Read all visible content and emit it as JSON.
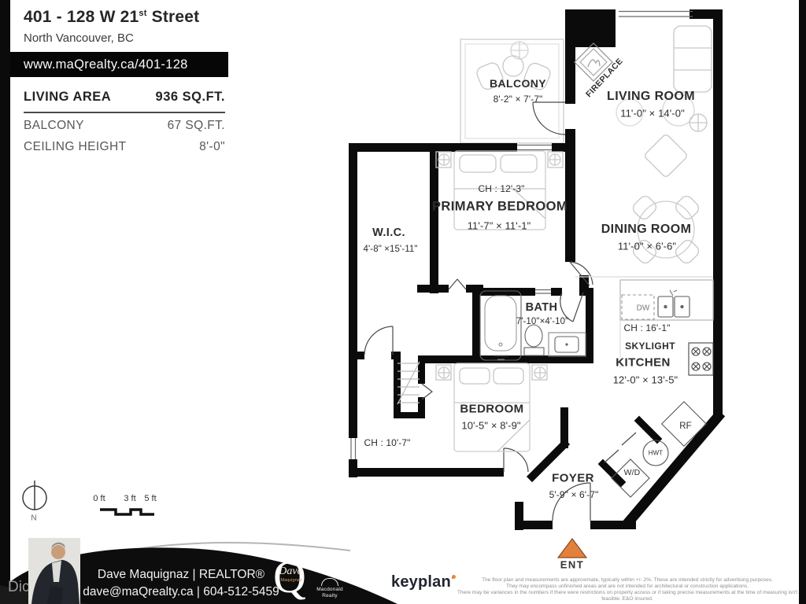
{
  "header": {
    "title_main": "401 - 128 W 21",
    "title_sup": "st",
    "title_tail": " Street",
    "subtitle": "North Vancouver, BC",
    "website": "www.maQrealty.ca/401-128"
  },
  "stats": {
    "living_area_label": "LIVING AREA",
    "living_area_value": "936 SQ.FT.",
    "balcony_label": "BALCONY",
    "balcony_value": "67 SQ.FT.",
    "ceiling_label": "CEILING HEIGHT",
    "ceiling_value": "8'-0\""
  },
  "plan": {
    "balcony": {
      "name": "BALCONY",
      "dims": "8'-2\"  ×  7'-7\""
    },
    "living": {
      "name": "LIVING ROOM",
      "dims": "11'-0\"  ×  14'-0\""
    },
    "fireplace": "FIREPLACE",
    "primary": {
      "ch": "CH : 12'-3\"",
      "name": "PRIMARY BEDROOM",
      "dims": "11'-7\"  ×  11'-1\""
    },
    "wic": {
      "name": "W.I.C.",
      "dims": "4'-8\" ×15'-11\""
    },
    "dining": {
      "name": "DINING ROOM",
      "dims": "11'-0\"  ×  6'-6\""
    },
    "bath": {
      "name": "BATH",
      "dims": "7'-10\"×4'-10\""
    },
    "kitchen": {
      "dw": "DW",
      "ch": "CH : 16'-1\"",
      "skylight": "SKYLIGHT",
      "name": "KITCHEN",
      "dims": "12'-0\"  ×  13'-5\""
    },
    "bedroom": {
      "name": "BEDROOM",
      "dims": "10'-5\"  ×  8'-9\"",
      "ch": "CH : 10'-7\""
    },
    "foyer": {
      "name": "FOYER",
      "dims": "5'-9\" × 6'-7\""
    },
    "wd": "W/D",
    "hwt": "HWT",
    "rf": "RF",
    "ent": "ENT"
  },
  "scalebar": {
    "t0": "0 ft",
    "t3": "3 ft",
    "t5": "5 ft",
    "north": "N"
  },
  "footer": {
    "agent_line": "Dave Maquignaz | REALTOR®",
    "contact_line": "dave@maQrealty.ca | 604-512-5459",
    "watermark": "Dic",
    "q_script": "Dave",
    "q_script_sub": "Maquignaz",
    "q_letter": "Q",
    "brand_line1": "Macdonald",
    "brand_line2": "Realty",
    "keyplan": "keyplan",
    "disclaimer": [
      "The floor plan and measurements are approximate, typically within +/- 2%. These are intended strictly for advertising purposes.",
      "They may encompass unfinished areas and are not intended for architectural or construction applications.",
      "There may be variances in the numbers if there were restrictions on property access or if taking precise measurements at the time of measuring isn't feasible. E&O insured."
    ]
  },
  "colors": {
    "wall_black": "#0b0b0b",
    "entry_arrow_orange": "#E2813C",
    "keyplan_dot_orange": "#E8873C",
    "furniture_gray": "#c7c7c7"
  }
}
